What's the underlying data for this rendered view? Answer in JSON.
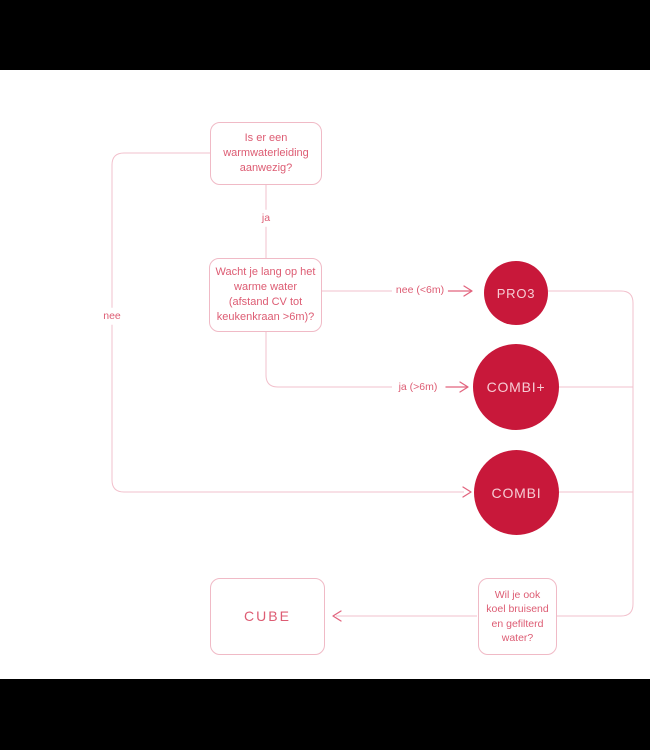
{
  "flowchart": {
    "nodes": {
      "q_warmwater": {
        "label": "Is er een warmwaterleiding aanwezig?"
      },
      "q_wachttijd": {
        "label": "Wacht je lang op het warme water (afstand CV tot keukenkraan >6m)?"
      },
      "q_koelwater": {
        "label": "Wil je ook koel bruisend en gefilterd water?"
      },
      "pro3": {
        "label": "PRO3"
      },
      "combiplus": {
        "label": "COMBI+"
      },
      "combi": {
        "label": "COMBI"
      },
      "cube": {
        "label": "CUBE"
      }
    },
    "edge_labels": {
      "ja": "ja",
      "nee": "nee",
      "nee_6m": "nee (<6m)",
      "ja_6m": "ja (>6m)"
    },
    "colors": {
      "node_fill": "#c8183a",
      "node_text": "#f6ccd4",
      "line": "#f2c0cc",
      "arrow": "#e2647e",
      "question_text": "#dd5c73",
      "box_border": "#f0bac6",
      "letterbox": "#000000",
      "background": "#ffffff"
    }
  }
}
